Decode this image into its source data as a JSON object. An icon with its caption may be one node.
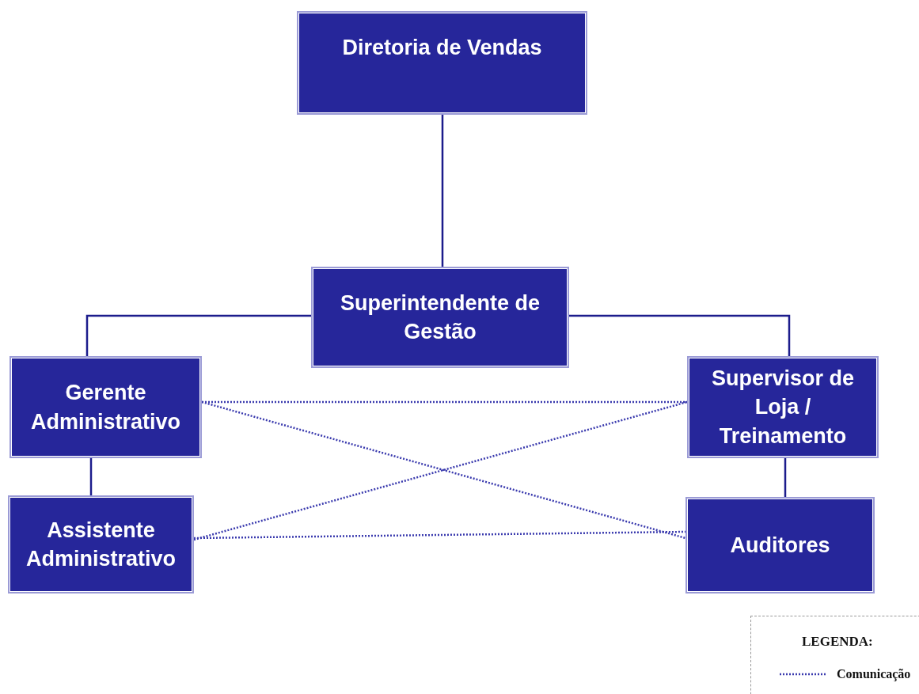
{
  "diagram": {
    "nodes": [
      {
        "text": [
          "Diretoria de Vendas"
        ]
      },
      {
        "text": [
          "Superintendente de Gestão"
        ]
      },
      {
        "text": [
          "Gerente Administrativo"
        ]
      },
      {
        "text": [
          "Supervisor de Loja / Treinamento"
        ]
      },
      {
        "text": [
          "Assistente Administrativo"
        ]
      },
      {
        "text": [
          "Auditores"
        ]
      }
    ],
    "edges": [
      {
        "from": 0,
        "to": 1,
        "arrow": "none"
      },
      {
        "from": 1,
        "to": 2,
        "arrow": "none"
      },
      {
        "from": 1,
        "to": 3,
        "arrow": "none"
      },
      {
        "from": 2,
        "to": 4,
        "arrow": "none"
      },
      {
        "from": 3,
        "to": 5,
        "arrow": "none"
      },
      {
        "from": 2,
        "to": 3,
        "arrow": "none",
        "style": "dashed"
      },
      {
        "from": 2,
        "to": 5,
        "arrow": "none",
        "style": "dashed"
      },
      {
        "from": 4,
        "to": 3,
        "arrow": "none",
        "style": "dashed"
      },
      {
        "from": 4,
        "to": 5,
        "arrow": "none",
        "style": "dashed"
      }
    ],
    "labels": [
      "LEGENDA:"
    ],
    "legend": [
      {
        "text": "Comunicação"
      }
    ]
  }
}
